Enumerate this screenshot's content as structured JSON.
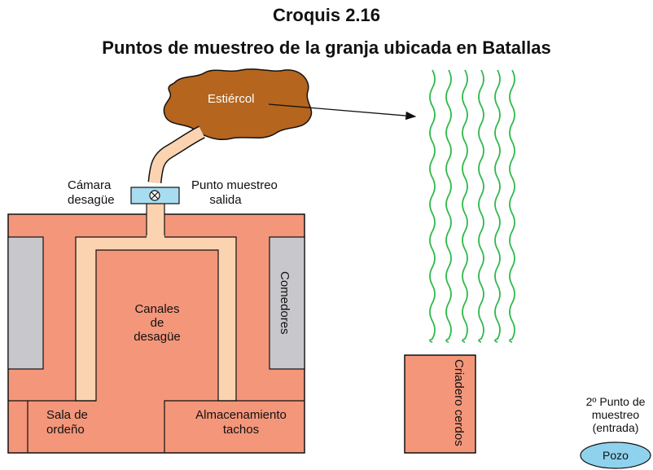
{
  "title": "Croquis 2.16",
  "subtitle": "Puntos de muestreo de la granja ubicada en Batallas",
  "labels": {
    "manure": "Estiércol",
    "chamber_line1": "Cámara",
    "chamber_line2": "desagüe",
    "sample_out_line1": "Punto muestreo",
    "sample_out_line2": "salida",
    "channels_line1": "Canales",
    "channels_line2": "de",
    "channels_line3": "desagüe",
    "feeders": "Comedores",
    "milking_line1": "Sala de",
    "milking_line2": "ordeño",
    "storage_line1": "Almacenamiento",
    "storage_line2": "tachos",
    "pig_farm": "Criadero cerdos",
    "sample_in_line1": "2º Punto de",
    "sample_in_line2": "muestreo",
    "sample_in_line3": "(entrada)",
    "well": "Pozo"
  },
  "colors": {
    "salmon": "#f4967a",
    "pipe": "#fbd3b0",
    "manure": "#b5651d",
    "chamber": "#a8dcf0",
    "gray": "#c8c8cc",
    "waves": "#2fb84a",
    "well": "#8fd2ee"
  }
}
